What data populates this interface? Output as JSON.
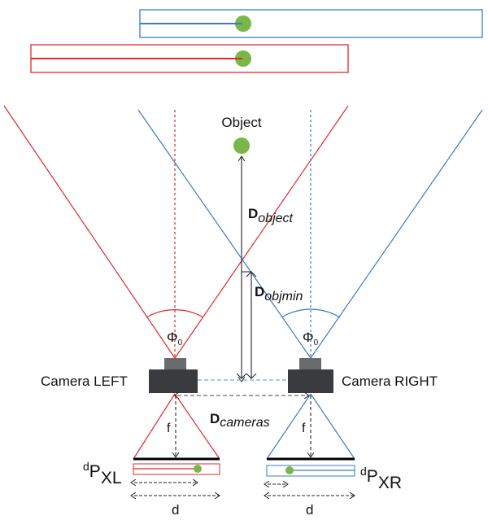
{
  "colors": {
    "left": "#e02a2a",
    "right": "#3b7cc4",
    "object": "#7ab648",
    "camera_body": "#3a3b3e",
    "camera_lens": "#6a6b6d",
    "sensor": "#000000",
    "dimension": "#222222"
  },
  "labels": {
    "object": "Object",
    "d_object_main": "D",
    "d_object_sub": "object",
    "d_objmin_main": "D",
    "d_objmin_sub": "objmin",
    "phi_left_main": "Φ",
    "phi_left_sub": "0",
    "phi_right_main": "Φ",
    "phi_right_sub": "0",
    "camera_left": "Camera LEFT",
    "camera_right": "Camera RIGHT",
    "d_cameras_main": "D",
    "d_cameras_sub": "cameras",
    "f_left": "f",
    "f_right": "f",
    "dpxl_sup": "d",
    "dpxl_main": "P",
    "dpxl_sub": "XL",
    "dpxr_sup": "d",
    "dpxr_main": "P",
    "dpxr_sub": "XR",
    "d_left": "d",
    "d_right": "d"
  }
}
